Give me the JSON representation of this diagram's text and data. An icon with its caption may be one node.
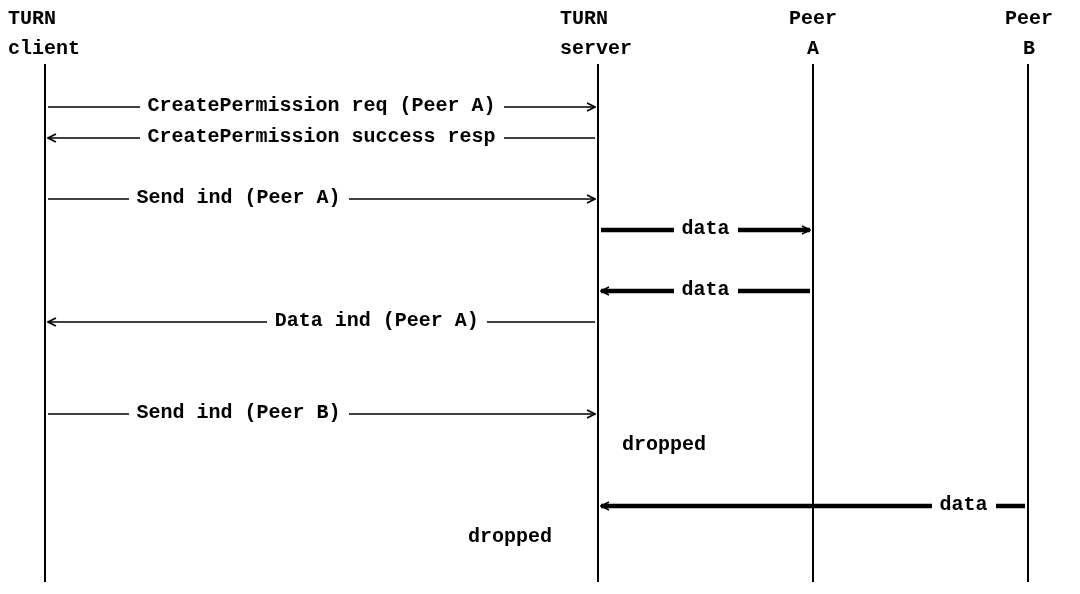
{
  "diagram": {
    "nodes": [
      {
        "text": [
          "TURN client"
        ]
      },
      {
        "text": [
          "TURN server"
        ]
      },
      {
        "text": [
          "Peer A"
        ]
      },
      {
        "text": [
          "Peer B"
        ]
      }
    ],
    "edges": [
      {
        "from": 0,
        "to": 1,
        "arrow": "to",
        "label": "CreatePermission req (Peer A)"
      },
      {
        "from": 1,
        "to": 0,
        "arrow": "to",
        "label": "CreatePermission success resp"
      },
      {
        "from": 0,
        "to": 1,
        "arrow": "to",
        "label": "Send ind (Peer A)"
      },
      {
        "from": 1,
        "to": 2,
        "arrow": "to",
        "label": "data",
        "style": "thick"
      },
      {
        "from": 2,
        "to": 1,
        "arrow": "to",
        "label": "data",
        "style": "thick"
      },
      {
        "from": 1,
        "to": 0,
        "arrow": "to",
        "label": "Data ind (Peer A)"
      },
      {
        "from": 0,
        "to": 1,
        "arrow": "to",
        "label": "Send ind (Peer B)"
      },
      {
        "from": 3,
        "to": 1,
        "arrow": "to",
        "label": "data",
        "style": "thick"
      }
    ],
    "labels": [
      "dropped",
      "dropped"
    ]
  }
}
